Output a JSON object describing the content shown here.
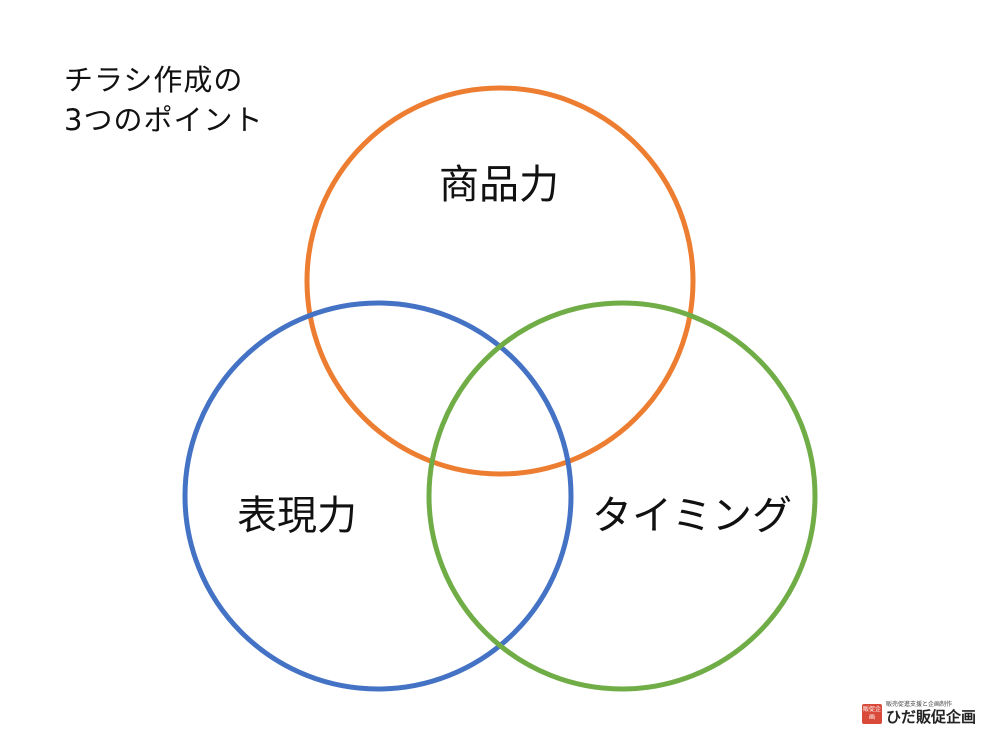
{
  "title": {
    "line1": "チラシ作成の",
    "line2": "3つのポイント"
  },
  "circles": [
    {
      "label": "商品力",
      "color": "#ED7D31"
    },
    {
      "label": "表現力",
      "color": "#4472C4"
    },
    {
      "label": "タイミング",
      "color": "#70AD47"
    }
  ],
  "logo": {
    "seal": "販促企画",
    "tagline": "販売促進支援と企画制作",
    "name": "ひだ販促企画"
  }
}
